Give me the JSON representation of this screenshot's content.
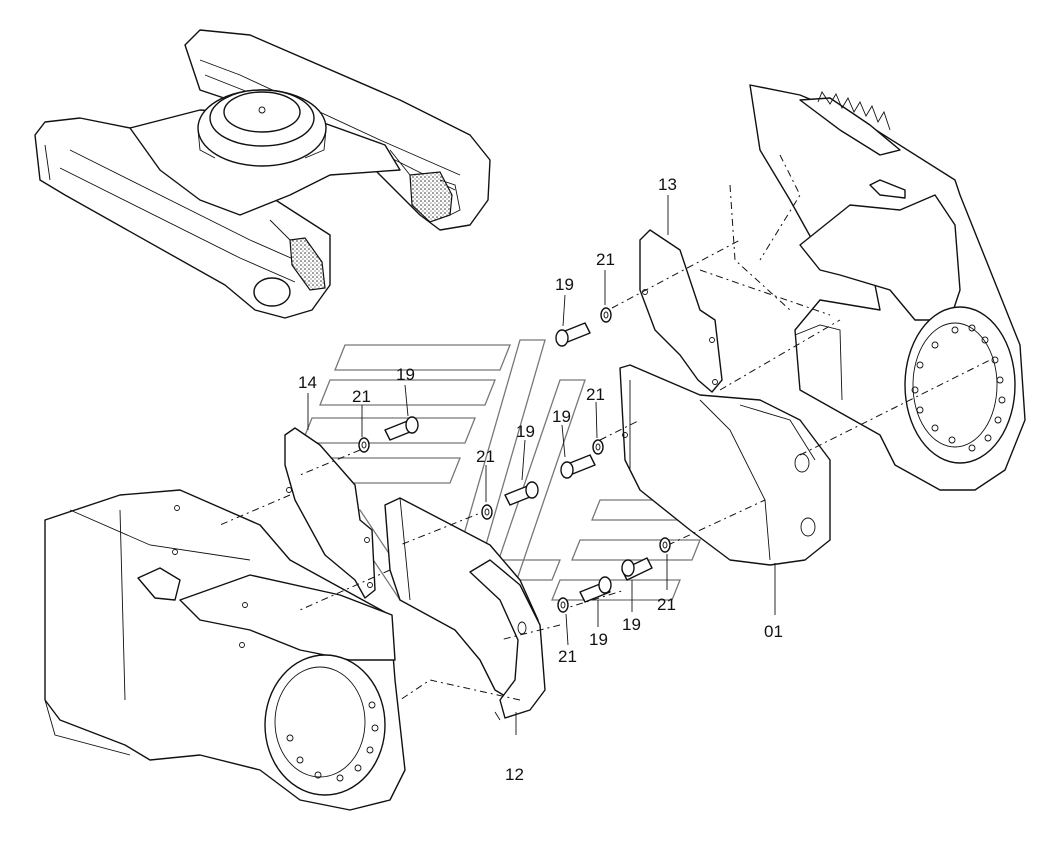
{
  "callouts": {
    "c13": "13",
    "c14": "14",
    "c12": "12",
    "c01": "01",
    "c19a": "19",
    "c21a": "21",
    "c19b": "19",
    "c21b": "21",
    "c21c": "21",
    "c19c": "19",
    "c19d": "19",
    "c21d": "21",
    "c21e": "21",
    "c19e": "19",
    "c19f": "19",
    "c21f": "21"
  }
}
